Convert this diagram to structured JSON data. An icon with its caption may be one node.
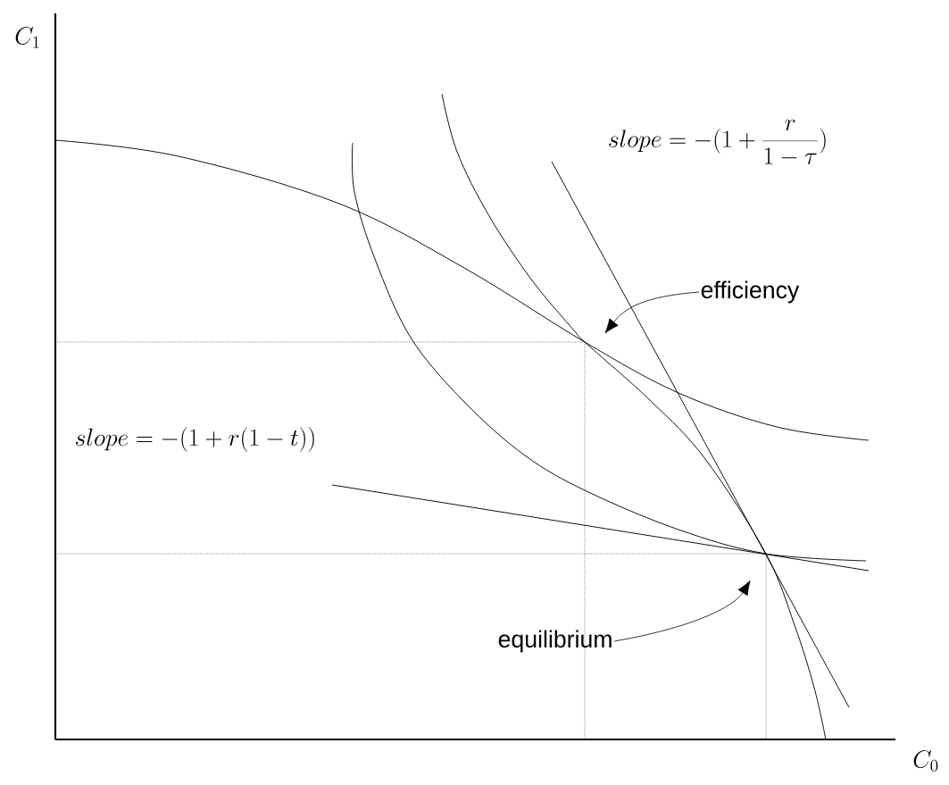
{
  "diagram": {
    "nodes": [
      {
        "text": [
          "efficiency"
        ]
      },
      {
        "text": [
          "equilibrium"
        ]
      }
    ],
    "edges": [
      {
        "from": 0,
        "to": null,
        "arrow": "to"
      },
      {
        "from": 1,
        "to": null,
        "arrow": "to"
      }
    ],
    "labels": [
      "C_1",
      "slope = -(1+\\frac{r}{1-\\tau})",
      "slope = -(1+r(1-t))",
      "C_0"
    ]
  }
}
